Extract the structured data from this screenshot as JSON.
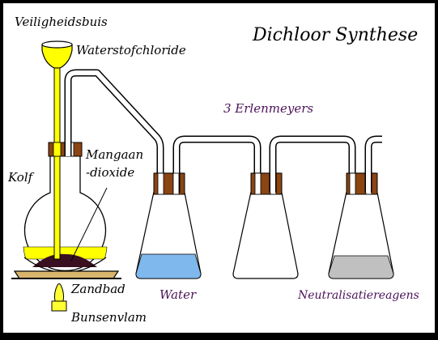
{
  "title": "Dichloor Synthese",
  "labels": {
    "safety_tube": "Veiligheidsbuis",
    "hcl": "Waterstofchloride",
    "mno2_line1": "Mangaan",
    "mno2_line2": "-dioxide",
    "flask": "Kolf",
    "sand_bath": "Zandbad",
    "burner": "Bunsenvlam",
    "erlenmeyers": "3 Erlenmeyers",
    "water": "Water",
    "neutralizer": "Neutralisatiereagens"
  },
  "colors": {
    "background": "#ffffff",
    "border": "#000000",
    "glass": "#ffffff",
    "acid_yellow": "#ffff00",
    "mno2": "#3a0f22",
    "stopper": "#8b4513",
    "water": "#7eb8ec",
    "neutralizer": "#c0c0c0",
    "sand": "#d8b56c",
    "flame": "#ffff33",
    "label_dark": "#000000",
    "label_purple": "#4b1259"
  },
  "icons": {
    "flame": "flame-icon"
  }
}
